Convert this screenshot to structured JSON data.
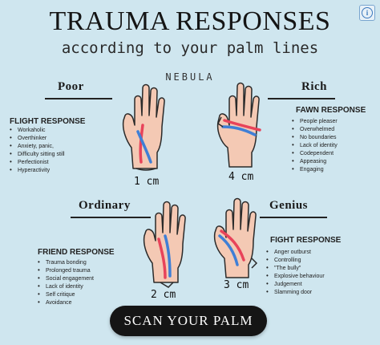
{
  "header": {
    "title": "TRAUMA RESPONSES",
    "subtitle": "according to your palm lines",
    "brand": "NEBULA"
  },
  "quadrants": {
    "poor": {
      "category": "Poor",
      "response_title": "FLIGHT RESPONSE",
      "traits": [
        "Workaholic",
        "Overthinker",
        "Anxiety, panic,",
        "Difficulty sitting still",
        "Perfectionist",
        "Hyperactivity"
      ],
      "measure": "1 cm"
    },
    "rich": {
      "category": "Rich",
      "response_title": "FAWN RESPONSE",
      "traits": [
        "People pleaser",
        "Overwhelmed",
        "No boundaries",
        "Lack of identity",
        "Codependent",
        "Appeasing",
        "Engaging"
      ],
      "measure": "4 cm"
    },
    "ordinary": {
      "category": "Ordinary",
      "response_title": "FRIEND RESPONSE",
      "traits": [
        "Trauma bonding",
        "Prolonged trauma",
        "Social engagement",
        "Lack of identity",
        "Self critique",
        "Avoidance"
      ],
      "measure": "2 cm"
    },
    "genius": {
      "category": "Genius",
      "response_title": "FIGHT RESPONSE",
      "traits": [
        "Anger outburst",
        "Controlling",
        "\"The bully\"",
        "Explosive behaviour",
        "Judgement",
        "Slamming door"
      ],
      "measure": "3 cm"
    }
  },
  "cta": {
    "label": "SCAN YOUR PALM"
  },
  "colors": {
    "background": "#cfe6ef",
    "red_line": "#e8435a",
    "blue_line": "#3f7fd6",
    "button": "#151515"
  },
  "icons": [
    "info-icon"
  ]
}
